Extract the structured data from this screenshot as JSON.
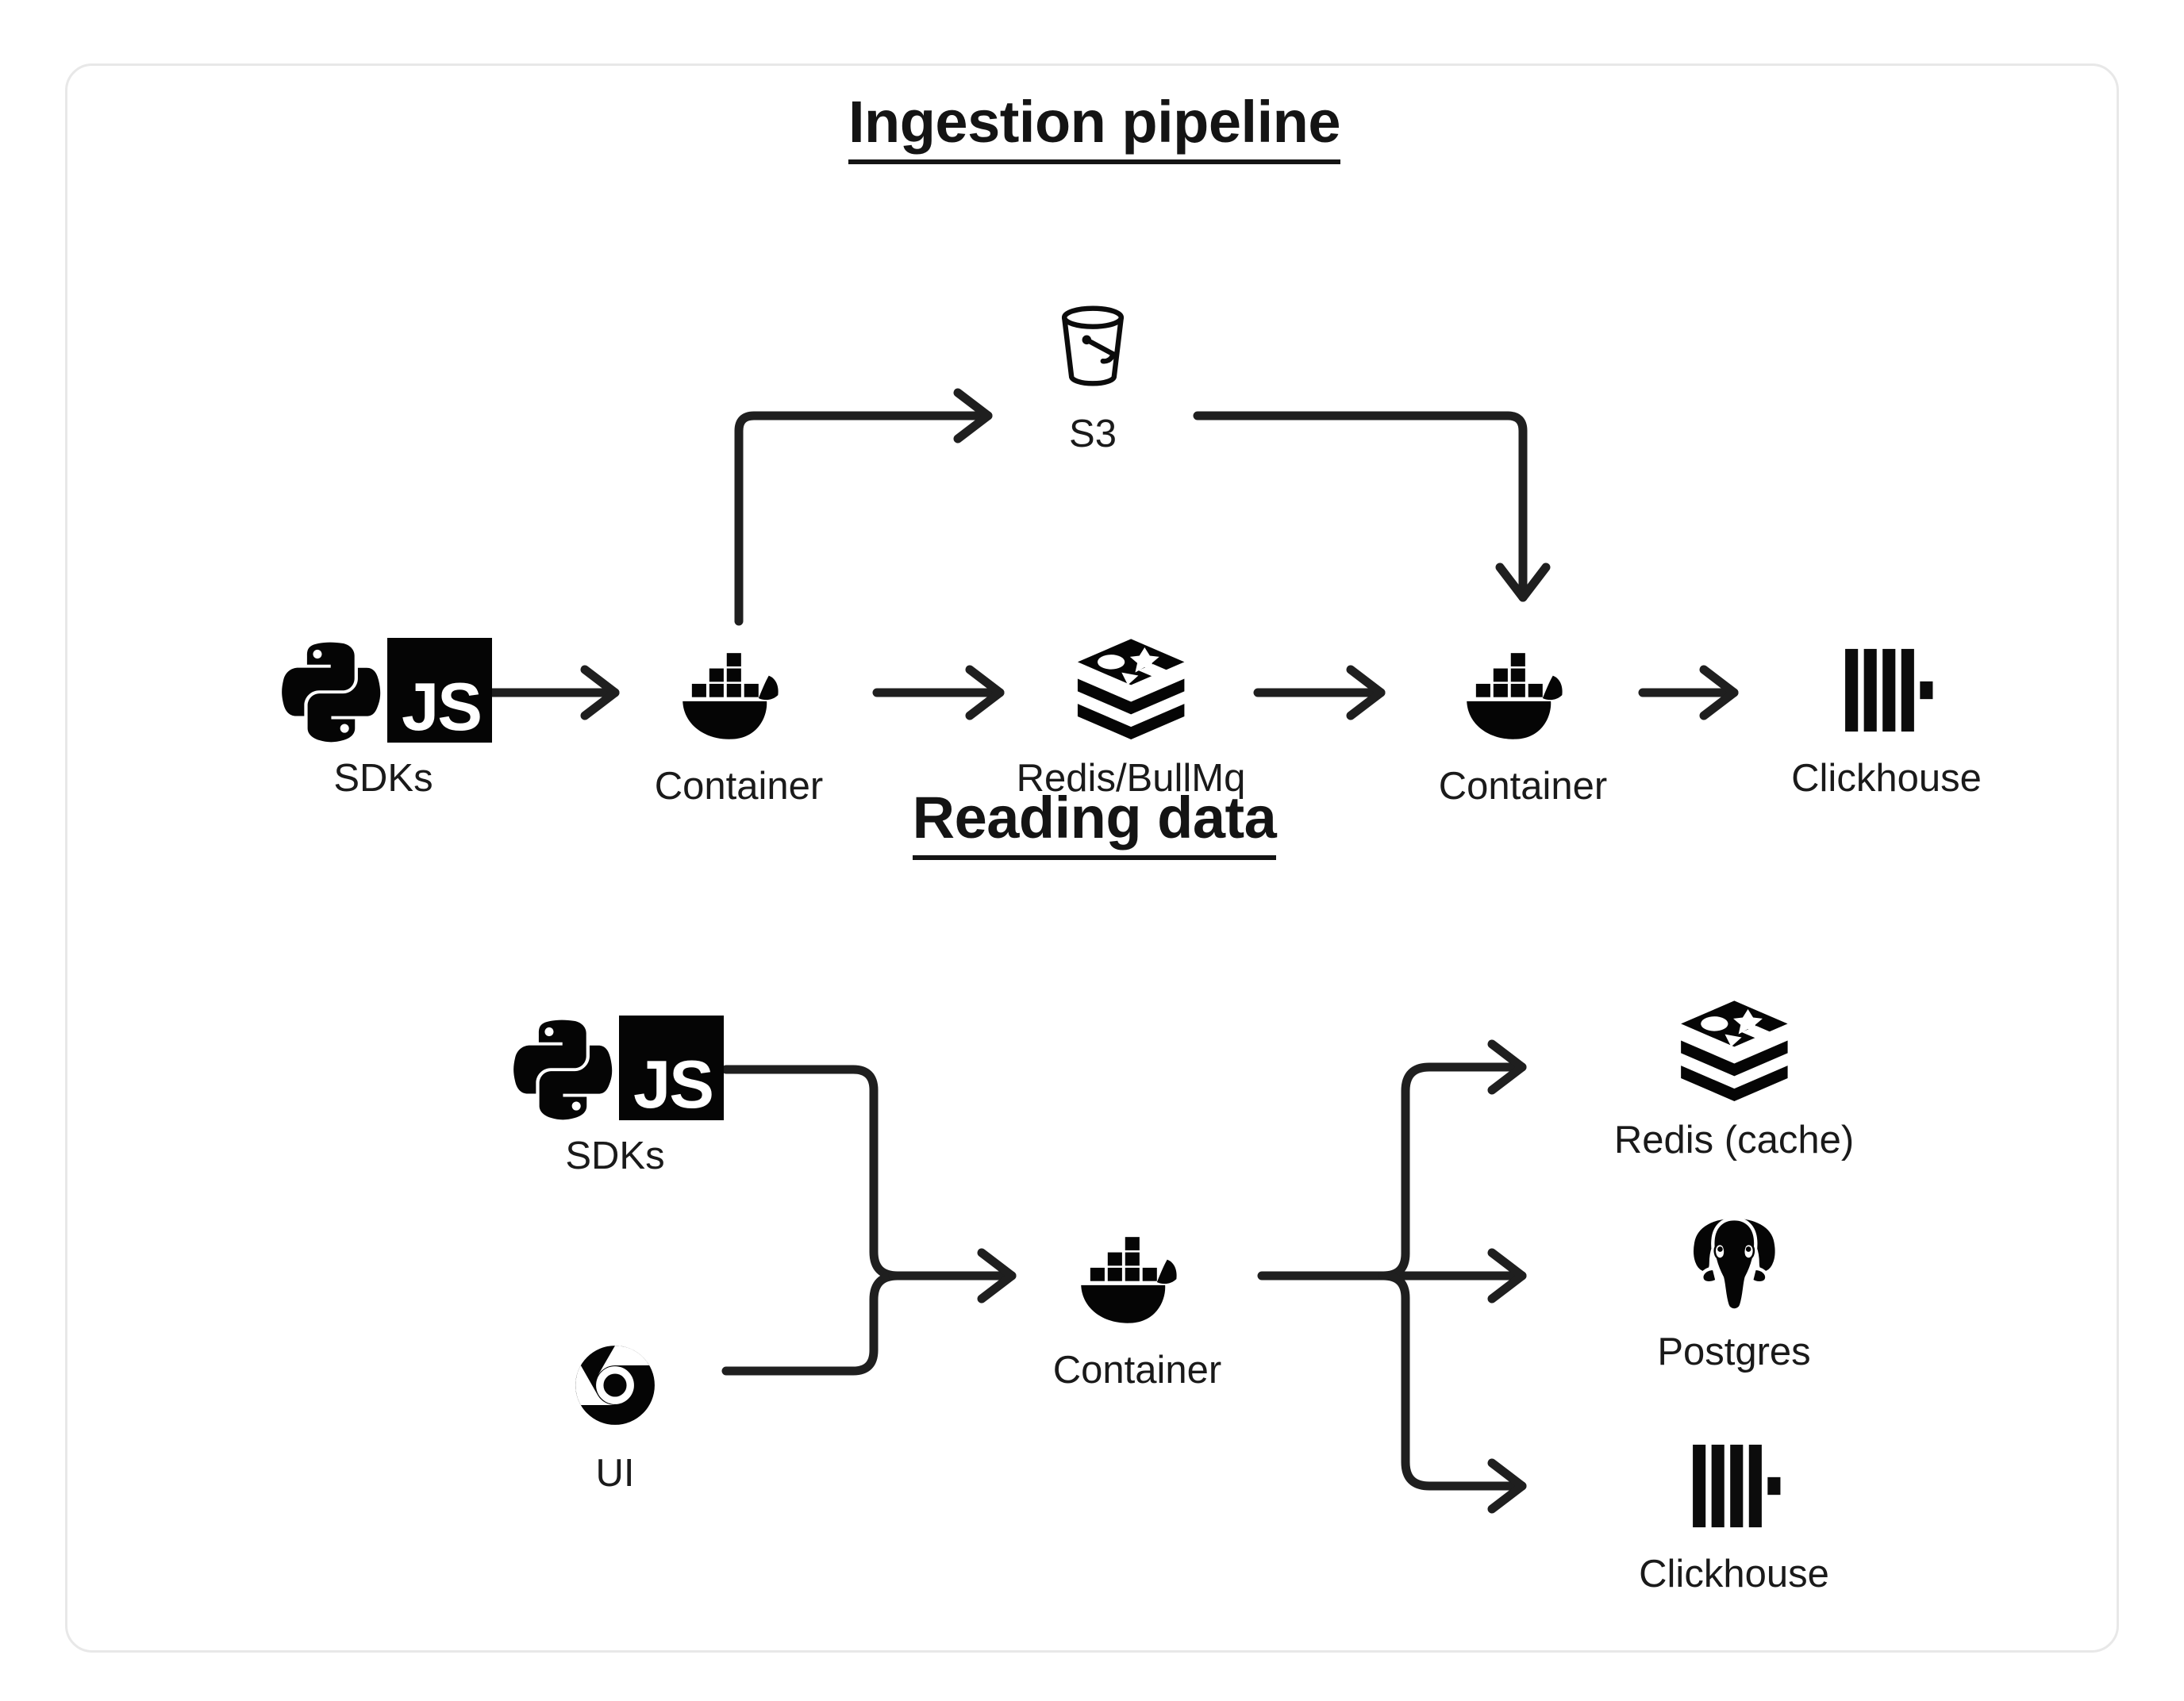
{
  "card": {
    "background": "#ffffff",
    "border_color": "#e8e8e8"
  },
  "theme": {
    "ink": "#141414",
    "line": "#1f1f1f",
    "label": "#1a1a1a"
  },
  "sections": [
    {
      "id": "ingestion",
      "title": "Ingestion pipeline",
      "nodes": [
        {
          "id": "sdks-1",
          "label": "SDKs",
          "icon": "python-js-sdk-icon"
        },
        {
          "id": "container-1",
          "label": "Container",
          "icon": "docker-whale-icon"
        },
        {
          "id": "s3",
          "label": "S3",
          "icon": "s3-bucket-icon"
        },
        {
          "id": "redis-bullmq",
          "label": "Redis/BullMq",
          "icon": "redis-stack-icon"
        },
        {
          "id": "container-2",
          "label": "Container",
          "icon": "docker-whale-icon"
        },
        {
          "id": "clickhouse-1",
          "label": "Clickhouse",
          "icon": "clickhouse-bars-icon"
        }
      ],
      "edges": [
        {
          "from": "sdks-1",
          "to": "container-1",
          "style": "straight-arrow"
        },
        {
          "from": "container-1",
          "to": "s3",
          "style": "elbow-up-right-arrow"
        },
        {
          "from": "container-1",
          "to": "redis-bullmq",
          "style": "straight-arrow"
        },
        {
          "from": "redis-bullmq",
          "to": "container-2",
          "style": "straight-arrow"
        },
        {
          "from": "s3",
          "to": "container-2",
          "style": "elbow-right-down-arrow"
        },
        {
          "from": "container-2",
          "to": "clickhouse-1",
          "style": "straight-arrow"
        }
      ]
    },
    {
      "id": "reading",
      "title": "Reading data",
      "nodes": [
        {
          "id": "sdks-2",
          "label": "SDKs",
          "icon": "python-js-sdk-icon"
        },
        {
          "id": "ui",
          "label": "UI",
          "icon": "chrome-browser-icon"
        },
        {
          "id": "container-3",
          "label": "Container",
          "icon": "docker-whale-icon"
        },
        {
          "id": "redis-cache",
          "label": "Redis (cache)",
          "icon": "redis-stack-icon"
        },
        {
          "id": "postgres",
          "label": "Postgres",
          "icon": "postgres-elephant-icon"
        },
        {
          "id": "clickhouse-2",
          "label": "Clickhouse",
          "icon": "clickhouse-bars-icon"
        }
      ],
      "edges": [
        {
          "from": "sdks-2",
          "to": "container-3",
          "style": "merge-arrow"
        },
        {
          "from": "ui",
          "to": "container-3",
          "style": "merge-arrow"
        },
        {
          "from": "container-3",
          "to": "redis-cache",
          "style": "branch-up-arrow"
        },
        {
          "from": "container-3",
          "to": "postgres",
          "style": "branch-straight-arrow"
        },
        {
          "from": "container-3",
          "to": "clickhouse-2",
          "style": "branch-down-arrow"
        }
      ]
    }
  ],
  "icon_glyphs": {
    "js_text": "JS"
  }
}
